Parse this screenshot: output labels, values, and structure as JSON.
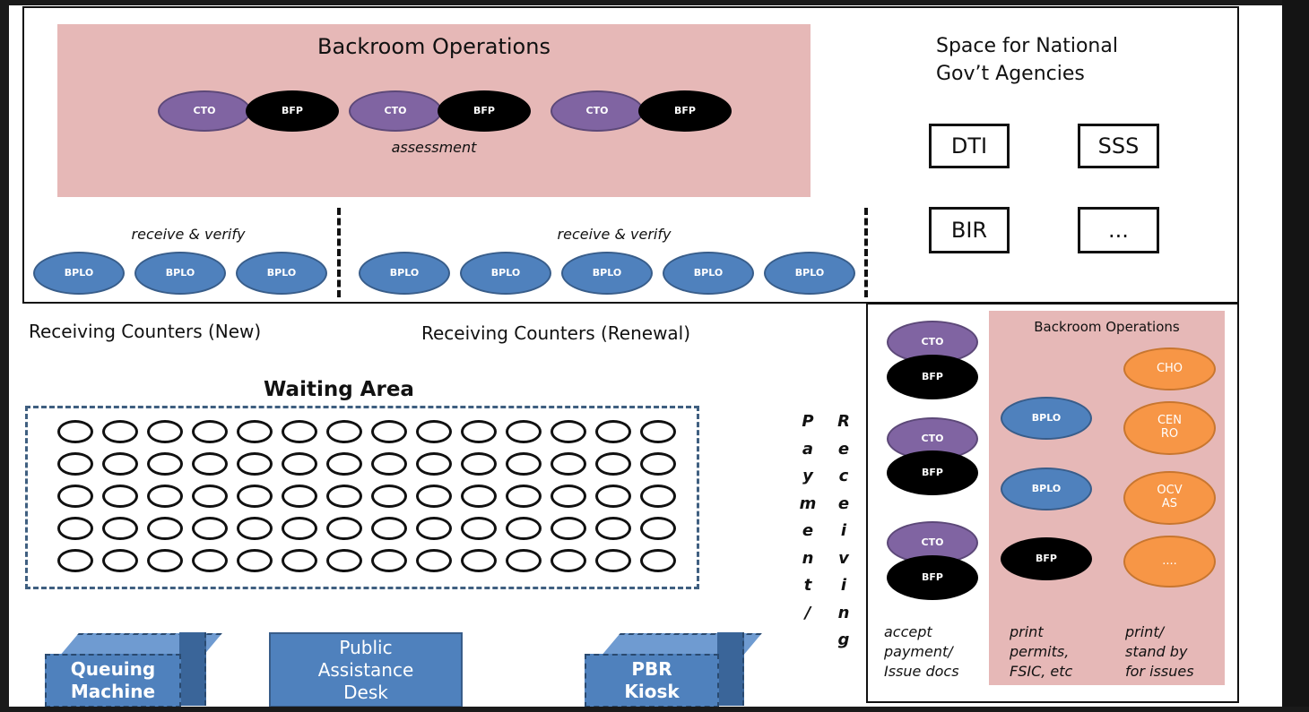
{
  "top_section": {
    "backroom_title": "Backroom Operations",
    "backroom_nodes": [
      "CTO",
      "BFP",
      "CTO",
      "BFP",
      "CTO",
      "BFP"
    ],
    "assessment_label": "assessment",
    "receive_verify_left": "receive & verify",
    "receive_verify_right": "receive & verify",
    "bplo_new": [
      "BPLO",
      "BPLO",
      "BPLO"
    ],
    "bplo_renewal": [
      "BPLO",
      "BPLO",
      "BPLO",
      "BPLO",
      "BPLO"
    ],
    "national_title_line1": "Space for National",
    "national_title_line2": "Gov’t Agencies",
    "agencies": [
      "DTI",
      "SSS",
      "BIR",
      "..."
    ]
  },
  "counters": {
    "new_label": "Receiving Counters (New)",
    "renewal_label": "Receiving Counters (Renewal)"
  },
  "waiting": {
    "title": "Waiting Area",
    "rows": 5,
    "cols": 14
  },
  "vertical_labels": {
    "payment": [
      "P",
      "a",
      "y",
      "m",
      "e",
      "n",
      "t",
      "/"
    ],
    "receiving": [
      "R",
      "e",
      "c",
      "e",
      "i",
      "v",
      "i",
      "n",
      "g"
    ]
  },
  "right_panel": {
    "backroom_title": "Backroom Operations",
    "counter_pairs": [
      {
        "top": "CTO",
        "bottom": "BFP"
      },
      {
        "top": "CTO",
        "bottom": "BFP"
      },
      {
        "top": "CTO",
        "bottom": "BFP"
      }
    ],
    "middle_nodes": [
      "BPLO",
      "BPLO",
      "BFP"
    ],
    "orange_nodes": [
      "CHO",
      "CEN\nRO",
      "OCV\nAS",
      "...."
    ],
    "caption_left": "accept\npayment/\nIssue docs",
    "caption_middle": "print\npermits,\nFSIC, etc",
    "caption_right": "print/\nstand by\nfor issues"
  },
  "bottom": {
    "queuing_machine": "Queuing\nMachine",
    "public_desk": "Public\nAssistance\nDesk",
    "pbr_kiosk": "PBR\nKiosk"
  },
  "colors": {
    "pink": "#e6b8b7",
    "cto": "#8064a2",
    "bplo": "#4f81bd",
    "orange": "#f79646",
    "bfp": "#000000"
  }
}
